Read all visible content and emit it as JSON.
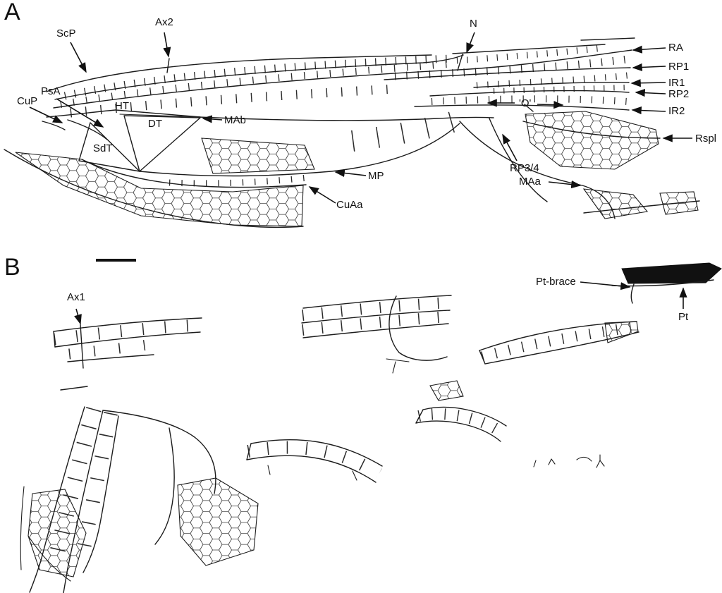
{
  "figure": {
    "panel_a": {
      "letter": "A",
      "labels": {
        "scp": "ScP",
        "ax2": "Ax2",
        "n": "N",
        "ra": "RA",
        "rp1": "RP1",
        "ir1": "IR1",
        "rp2": "RP2",
        "ir2": "IR2",
        "rspl": "Rspl",
        "psa": "PsA",
        "cup": "CuP",
        "ht": "HT",
        "dt": "DT",
        "mab": "MAb",
        "sdt": "SdT",
        "mp": "MP",
        "cuaa": "CuAa",
        "rp34": "RP3/4",
        "maa": "MAa",
        "o": "'O'"
      }
    },
    "panel_b": {
      "letter": "B",
      "labels": {
        "ax1": "Ax1",
        "pt_brace": "Pt-brace",
        "pt": "Pt"
      }
    },
    "colors": {
      "ink": "#1c1c1c",
      "background": "#ffffff",
      "pterostigma_fill": "#111111"
    }
  }
}
